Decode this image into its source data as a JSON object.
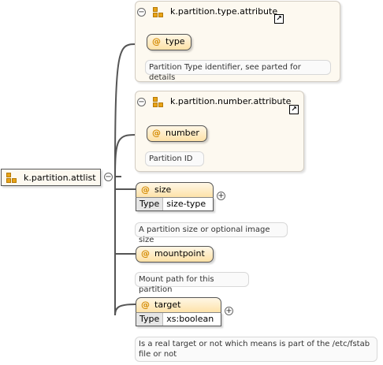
{
  "root": {
    "label": "k.partition.attlist"
  },
  "groups": [
    {
      "title": "k.partition.type.attribute",
      "attribute": {
        "name": "type"
      },
      "doc": "Partition Type identifier, see parted for details"
    },
    {
      "title": "k.partition.number.attribute",
      "attribute": {
        "name": "number"
      },
      "doc": "Partition ID"
    }
  ],
  "attributes": [
    {
      "name": "size",
      "type_label": "Type",
      "type_value": "size-type",
      "doc": "A partition size or optional image size"
    },
    {
      "name": "mountpoint",
      "doc": "Mount path for this partition"
    },
    {
      "name": "target",
      "type_label": "Type",
      "type_value": "xs:boolean",
      "doc_line1": "Is a real target or not which means is part of the /etc/fstab",
      "doc_line2": "file or not"
    }
  ],
  "symbols": {
    "attribute_marker": "@",
    "collapse": "−",
    "expand": "+",
    "external": "↗"
  },
  "colors": {
    "group_bg": "#fdf9f0",
    "attr_gradient_top": "#fff7e6",
    "attr_gradient_bottom": "#fde1a6",
    "at_sign": "#d48a00",
    "group_icon": "#e8a317"
  }
}
